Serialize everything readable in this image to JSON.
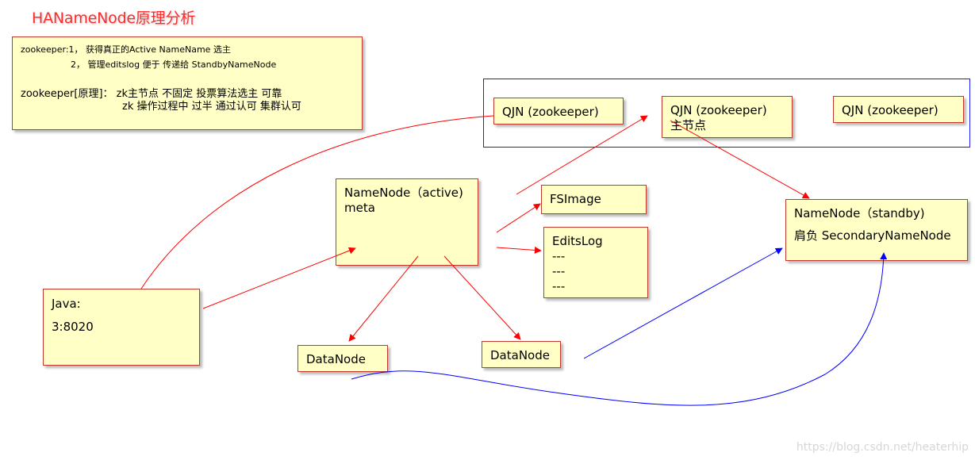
{
  "title": "HANameNode原理分析",
  "notes": {
    "line1": "zookeeper:1， 获得真正的Active NameName  选主",
    "line2": "2， 管理editslog 便于 传递给 StandbyNameNode",
    "line3": "zookeeper[原理]： zk主节点 不固定  投票算法选主 可靠",
    "line4": "zk 操作过程中 过半 通过认可 集群认可"
  },
  "zk_nodes": [
    {
      "line1": "QJN (zookeeper)"
    },
    {
      "line1": "QJN (zookeeper)",
      "line2": "主节点"
    },
    {
      "line1": "QJN (zookeeper)"
    }
  ],
  "namenode_active": {
    "line1": "NameNode（active)",
    "line2": "meta"
  },
  "fsimage": "FSImage",
  "editslog": {
    "line1": "EditsLog",
    "items": [
      "---",
      "---",
      "---"
    ]
  },
  "namenode_standby": {
    "line1": "NameNode（standby)",
    "line2": "肩负 SecondaryNameNode"
  },
  "java": {
    "line1": "Java:",
    "line2": "3:8020"
  },
  "datanodes": [
    "DataNode",
    "DataNode"
  ],
  "colors": {
    "red": "#ff0000",
    "blue": "#0000ff",
    "box_fill": "#ffffc6",
    "title": "#ff2a2a"
  },
  "watermark": "https://blog.csdn.net/heaterhip"
}
